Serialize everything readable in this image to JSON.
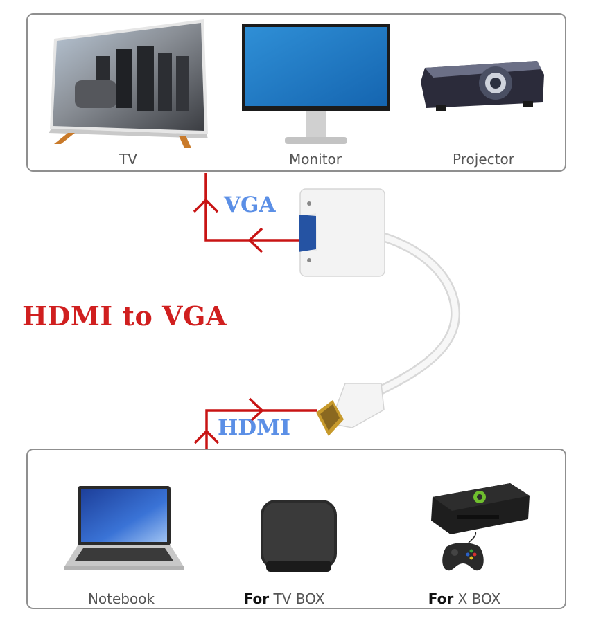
{
  "colors": {
    "arrow": "#c81414",
    "title": "#d01f1f",
    "signal": "#5b8fe6",
    "panel_border": "#8f8f8f"
  },
  "outputs": {
    "tv_label": "TV",
    "monitor_label": "Monitor",
    "projector_label": "Projector"
  },
  "adapter": {
    "vga_label": "VGA",
    "hdmi_label": "HDMI",
    "title": "HDMI to VGA"
  },
  "inputs": {
    "notebook_label": "Notebook",
    "tvbox_prefix": "For",
    "tvbox_label": " TV BOX",
    "xbox_prefix": "For",
    "xbox_label": " X BOX"
  },
  "icons": [
    "tv-icon",
    "monitor-icon",
    "projector-icon",
    "vga-adapter-icon",
    "hdmi-plug-icon",
    "notebook-icon",
    "tv-box-icon",
    "xbox-console-icon",
    "xbox-controller-icon"
  ]
}
